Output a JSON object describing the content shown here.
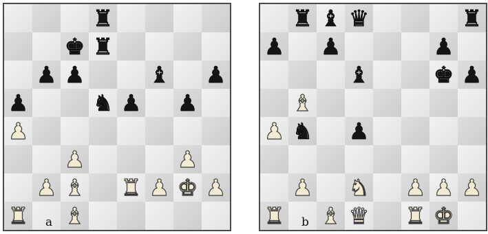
{
  "boards": [
    {
      "label": "a",
      "squares": [
        [
          "",
          "",
          "",
          "br",
          "",
          "",
          "",
          ""
        ],
        [
          "",
          "",
          "bk",
          "br",
          "",
          "",
          "",
          ""
        ],
        [
          "",
          "bp",
          "bp",
          "",
          "",
          "bb",
          "",
          "bp"
        ],
        [
          "bp",
          "",
          "",
          "bn",
          "bp",
          "",
          "bp",
          ""
        ],
        [
          "wp",
          "",
          "",
          "",
          "",
          "",
          "",
          ""
        ],
        [
          "",
          "",
          "wp",
          "",
          "",
          "",
          "wp",
          ""
        ],
        [
          "",
          "wp",
          "wb",
          "",
          "wr",
          "wp",
          "wk",
          "wp"
        ],
        [
          "wr",
          "",
          "wb",
          "",
          "",
          "",
          "",
          ""
        ]
      ]
    },
    {
      "label": "b",
      "squares": [
        [
          "",
          "br",
          "bb",
          "bq",
          "",
          "",
          "",
          "br"
        ],
        [
          "bp",
          "",
          "bp",
          "",
          "",
          "",
          "bp",
          ""
        ],
        [
          "",
          "",
          "",
          "bb",
          "",
          "",
          "bk",
          "bp"
        ],
        [
          "",
          "wb",
          "",
          "",
          "",
          "",
          "",
          ""
        ],
        [
          "wp",
          "bn",
          "",
          "bp",
          "",
          "",
          "",
          ""
        ],
        [
          "",
          "",
          "",
          "",
          "",
          "",
          "",
          ""
        ],
        [
          "",
          "wp",
          "",
          "wn",
          "",
          "wp",
          "wp",
          "wp"
        ],
        [
          "wr",
          "",
          "wb",
          "wq",
          "",
          "wr",
          "wk",
          ""
        ]
      ]
    }
  ],
  "glyphs": {
    "k": "♚",
    "q": "♛",
    "r": "♜",
    "b": "♝",
    "n": "♞",
    "p": "♟"
  },
  "piece_names": {
    "k": "king",
    "q": "queen",
    "r": "rook",
    "b": "bishop",
    "n": "knight",
    "p": "pawn"
  },
  "colors": {
    "light_square": "#ececec",
    "dark_square": "#d4d4d4",
    "white_piece": "#f3ead2",
    "black_piece": "#151515"
  }
}
